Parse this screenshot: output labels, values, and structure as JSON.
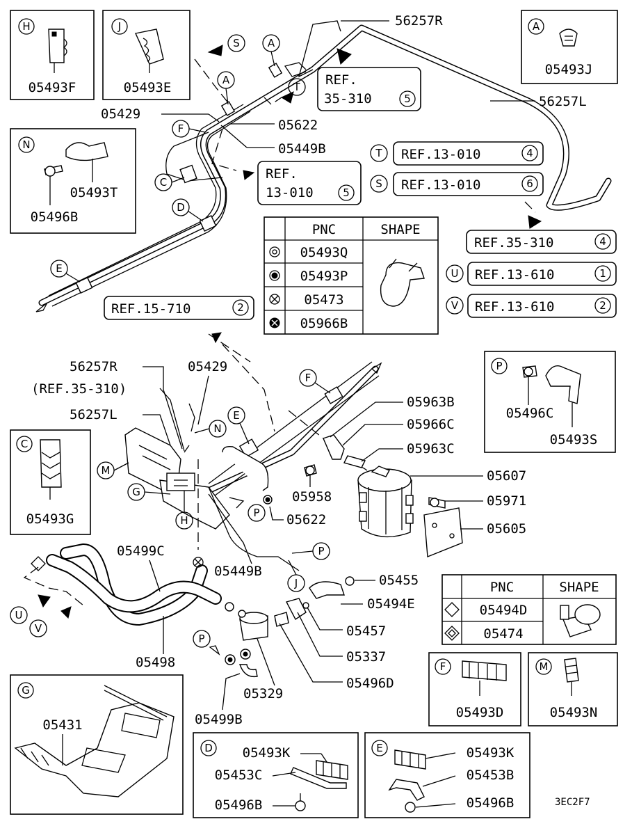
{
  "inset_boxes": {
    "H": {
      "letter": "H",
      "part": "05493F"
    },
    "J": {
      "letter": "J",
      "part": "05493E"
    },
    "A": {
      "letter": "A",
      "part": "05493J"
    },
    "N": {
      "letter": "N",
      "parts": [
        "05493T",
        "05496B"
      ]
    },
    "C": {
      "letter": "C",
      "part": "05493G"
    },
    "P": {
      "letter": "P",
      "parts": [
        "05496C",
        "05493S"
      ]
    },
    "F": {
      "letter": "F",
      "part": "05493D"
    },
    "M": {
      "letter": "M",
      "part": "05493N"
    },
    "G": {
      "letter": "G",
      "part": "05431"
    },
    "D": {
      "letter": "D",
      "parts": [
        "05493K",
        "05453C",
        "05496B"
      ]
    },
    "E": {
      "letter": "E",
      "parts": [
        "05493K",
        "05453B",
        "05496B"
      ]
    }
  },
  "refs": {
    "ref_35_310_5": {
      "text": "REF.",
      "text2": "35-310",
      "num": "5"
    },
    "ref_13_010_5": {
      "text": "REF.",
      "text2": "13-010",
      "num": "5"
    },
    "ref_13_010_4": {
      "letter": "T",
      "text": "REF.13-010",
      "num": "4"
    },
    "ref_13_010_6": {
      "letter": "S",
      "text": "REF.13-010",
      "num": "6"
    },
    "ref_35_310_4": {
      "text": "REF.35-310",
      "num": "4"
    },
    "ref_13_610_1": {
      "letter": "U",
      "text": "REF.13-610",
      "num": "1"
    },
    "ref_13_610_2": {
      "letter": "V",
      "text": "REF.13-610",
      "num": "2"
    },
    "ref_15_710_2": {
      "text": "REF.15-710",
      "num": "2"
    }
  },
  "table1": {
    "headers": [
      "PNC",
      "SHAPE"
    ],
    "rows": [
      "05493Q",
      "05493P",
      "05473",
      "05966B"
    ]
  },
  "table2": {
    "headers": [
      "PNC",
      "SHAPE"
    ],
    "rows": [
      "05494D",
      "05474"
    ]
  },
  "callouts": {
    "c56257R_top": "56257R",
    "c56257L_top": "56257L",
    "c05429_top": "05429",
    "c05622_top": "05622",
    "c05449B_top": "05449B",
    "c56257R_mid": "56257R",
    "c_ref_35_310_paren": "(REF.35-310)",
    "c56257L_mid": "56257L",
    "c05429_mid": "05429",
    "c05963B": "05963B",
    "c05966C": "05966C",
    "c05963C": "05963C",
    "c05607": "05607",
    "c05958": "05958",
    "c05971": "05971",
    "c05605": "05605",
    "c05622_mid": "05622",
    "c05449B_mid": "05449B",
    "c05499C": "05499C",
    "c05455": "05455",
    "c05494E": "05494E",
    "c05457": "05457",
    "c05337": "05337",
    "c05496D": "05496D",
    "c05498": "05498",
    "c05329": "05329",
    "c05499B": "05499B"
  },
  "letters": {
    "S": "S",
    "A1": "A",
    "A2": "A",
    "T": "T",
    "F1": "F",
    "C": "C",
    "D": "D",
    "E1": "E",
    "F2": "F",
    "E2": "E",
    "N": "N",
    "M": "M",
    "G": "G",
    "H": "H",
    "P1": "P",
    "P2": "P",
    "J": "J",
    "U": "U",
    "V": "V",
    "P3": "P"
  },
  "diagram_code": "3EC2F7"
}
